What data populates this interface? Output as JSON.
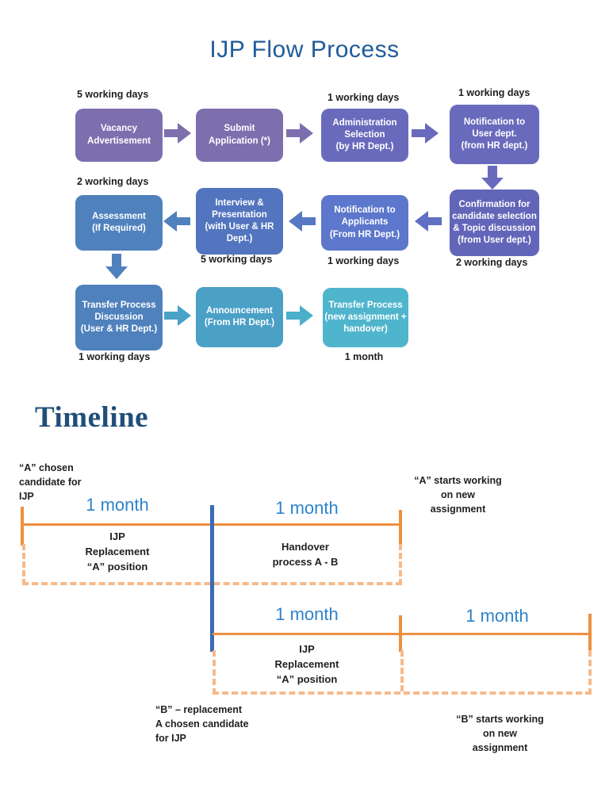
{
  "page": {
    "title": "IJP Flow Process",
    "timeline_heading": "Timeline"
  },
  "palette": {
    "title_blue": "#1F5C99",
    "heading_blue": "#1F4E79",
    "orange_solid": "#EE8F3F",
    "orange_dashed": "#F6BA8B",
    "divider_blue": "#3A6BB5",
    "month_blue": "#2E83CC",
    "text_dark": "#1f1f1f"
  },
  "flow": {
    "boxes": [
      {
        "label": "Vacancy\nAdvertisement",
        "color": "#7D6FAE",
        "duration": "5 working days"
      },
      {
        "label": "Submit\nApplication (*)",
        "color": "#7D6FAE"
      },
      {
        "label": "Administration\nSelection\n(by HR Dept.)",
        "color": "#6A6ABD",
        "duration": "1 working days"
      },
      {
        "label": "Notification to\nUser dept.\n(from HR dept.)",
        "color": "#6A6ABD",
        "duration": "1 working days"
      },
      {
        "label": "Confirmation for\ncandidate selection\n& Topic discussion\n(from User dept.)",
        "color": "#6265B8",
        "duration": "2 working days"
      },
      {
        "label": "Notification to\nApplicants\n(From HR Dept.)",
        "color": "#5C77CB",
        "duration": "1 working days"
      },
      {
        "label": "Interview &\nPresentation\n(with User & HR\nDept.)",
        "color": "#5374BE",
        "duration": "5 working days"
      },
      {
        "label": "Assessment\n(If Required)",
        "color": "#4F81BD",
        "duration": "2 working days"
      },
      {
        "label": "Transfer Process\nDiscussion\n(User & HR Dept.)",
        "color": "#4F81BD",
        "duration": "1 working days"
      },
      {
        "label": "Announcement\n(From HR Dept.)",
        "color": "#4BA0C6"
      },
      {
        "label": "Transfer Process\n(new assignment +\nhandover)",
        "color": "#4FB5CC",
        "duration": "1 month"
      }
    ],
    "arrows": [
      {
        "color": "#7D6FAE"
      },
      {
        "color": "#7D6FAE"
      },
      {
        "color": "#6A6ABD"
      },
      {
        "color": "#6A6ABD"
      },
      {
        "color": "#5E6FC4"
      },
      {
        "color": "#5577C4"
      },
      {
        "color": "#4F81BD"
      },
      {
        "color": "#4F81BD"
      },
      {
        "color": "#49A2C8"
      },
      {
        "color": "#49AFCB"
      }
    ]
  },
  "timeline": {
    "a_chosen": "“A” chosen\ncandidate for\nIJP",
    "a_starts": "“A” starts working\non new\nassignment",
    "b_replacement": "“B” – replacement\nA chosen candidate\nfor IJP",
    "b_starts": "“B” starts working\non new\nassignment",
    "month_1a": "1 month",
    "month_1b": "1 month",
    "month_2a": "1 month",
    "month_2b": "1 month",
    "ijp_replacement_1": "IJP\nReplacement\n“A” position",
    "handover": "Handover\nprocess A - B",
    "ijp_replacement_2": "IJP\nReplacement\n“A” position"
  }
}
